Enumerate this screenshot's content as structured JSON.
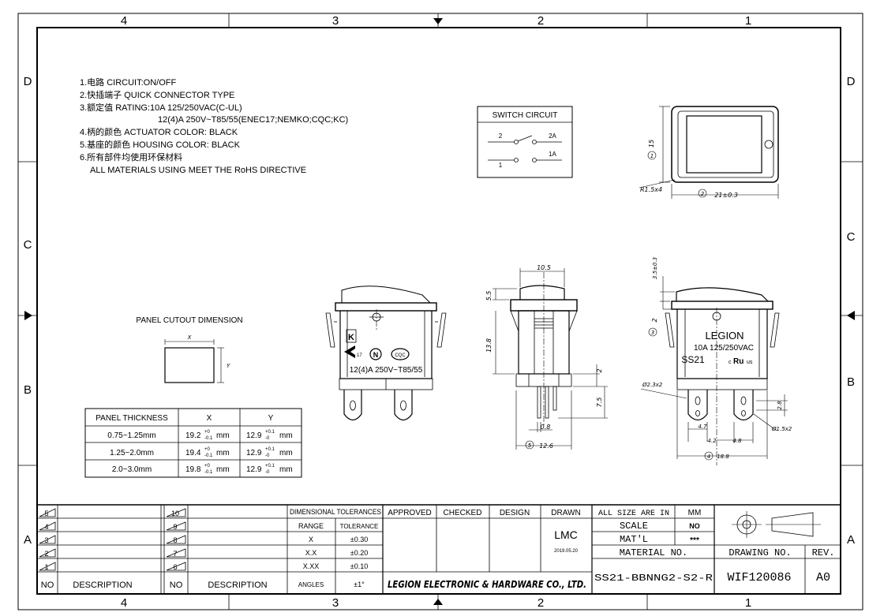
{
  "zones": {
    "columns": [
      "4",
      "3",
      "2",
      "1"
    ],
    "rows": [
      "D",
      "C",
      "B",
      "A"
    ]
  },
  "notes": [
    "1.电路 CIRCUIT:ON/OFF",
    "2.快插端子 QUICK CONNECTOR TYPE",
    "3.额定值 RATING:10A 125/250VAC(C-UL)",
    "12(4)A 250V~T85/55(ENEC17;NEMKO;CQC;KC)",
    "4.柄的颜色 ACTUATOR COLOR: BLACK",
    "5.基座的颜色 HOUSING COLOR: BLACK",
    "6.所有部件均使用环保材料",
    "ALL MATERIALS USING MEET THE RoHS DIRECTIVE"
  ],
  "switch_circuit": {
    "title": "SWITCH CIRCUIT",
    "terminals": [
      "2",
      "2A",
      "1",
      "1A"
    ]
  },
  "panel_cutout": {
    "title": "PANEL CUTOUT DIMENSION",
    "x_label": "X",
    "y_label": "Y",
    "table": {
      "headers": [
        "PANEL THICKNESS",
        "X",
        "Y"
      ],
      "rows": [
        [
          "0.75~1.25mm",
          "19.2",
          "12.9"
        ],
        [
          "1.25~2.0mm",
          "19.4",
          "12.9"
        ],
        [
          "2.0~3.0mm",
          "19.8",
          "12.9"
        ]
      ],
      "x_tol_upper": "+0",
      "x_tol_lower": "-0.1",
      "y_tol_upper": "+0.1",
      "y_tol_lower": "-0",
      "unit": "mm"
    }
  },
  "front_view_marks": {
    "cert_k": "K",
    "cert_17": "17",
    "cert_n": "N",
    "cert_cqc": "CQC",
    "rating": "12(4)A  250V~T85/55"
  },
  "side_view_dims": {
    "top_width": "10.5",
    "actuator_height": "5.5",
    "body_height": "13.8",
    "terminal_offset": "2",
    "terminal_length": "7.5",
    "terminal_thickness": "0.8",
    "overall_depth_tag": "5",
    "overall_depth": "12.6"
  },
  "top_view_dims": {
    "height_tag": "1",
    "height": "15",
    "corner_radius": "R1.5x4",
    "width_tag": "2",
    "width": "21±0.3"
  },
  "right_view": {
    "brand": "LEGION",
    "rating": "10A 125/250VAC",
    "model": "SS21",
    "cert": "c",
    "cert_ru": "Ru",
    "cert_us": "us",
    "dims": {
      "actuator": "3.5±0.3",
      "bezel_tag": "3",
      "bezel": "2",
      "hole": "Ø2.3x2",
      "tab_height": "2.8",
      "pitch_a": "4.7",
      "pitch_b": "4.2",
      "pitch_c": "4.8",
      "tab_hole": "Ø1.5x2",
      "overall_tag": "4",
      "overall": "18.8"
    }
  },
  "title_block": {
    "rev_rows": [
      {
        "left_no": "5",
        "right_no": "10"
      },
      {
        "left_no": "4",
        "right_no": "9"
      },
      {
        "left_no": "3",
        "right_no": "8"
      },
      {
        "left_no": "2",
        "right_no": "7"
      },
      {
        "left_no": "1",
        "right_no": "6"
      }
    ],
    "no_label": "NO",
    "description_label": "DESCRIPTION",
    "tol_title": "DIMENSIONAL TOLERANCES",
    "tol_headers": [
      "RANGE",
      "TOLERANCE"
    ],
    "tol_rows": [
      [
        "X",
        "±0.30"
      ],
      [
        "X.X",
        "±0.20"
      ],
      [
        "X.XX",
        "±0.10"
      ],
      [
        "ANGLES",
        "±1°"
      ]
    ],
    "approved": "APPROVED",
    "checked": "CHECKED",
    "design": "DESIGN",
    "drawn": "DRAWN",
    "drawn_by": "LMC",
    "drawn_date": "2019.05.20",
    "company": "LEGION ELECTRONIC & HARDWARE CO., LTD.",
    "units_label": "ALL SIZE ARE IN",
    "units_value": "MM",
    "scale_label": "SCALE",
    "scale_value": "NO",
    "material_label": "MAT'L",
    "material_value": "***",
    "material_no_label": "MATERIAL NO.",
    "material_no": "SS21-BBNNG2-S2-R",
    "drawing_no_label": "DRAWING NO.",
    "drawing_no": "WIF120086",
    "rev_label": "REV.",
    "rev": "A0"
  }
}
